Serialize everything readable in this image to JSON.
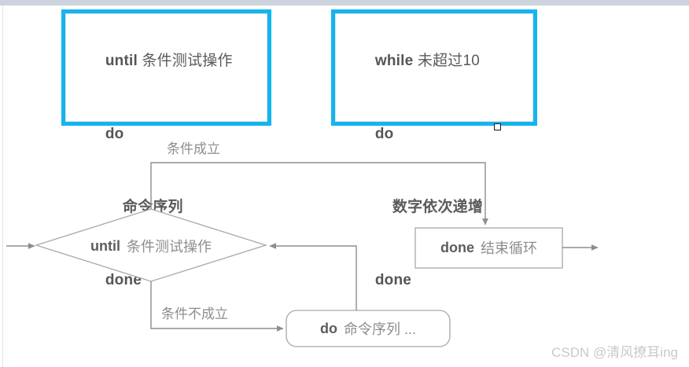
{
  "theme": {
    "card_border": "#13b5f0",
    "stroke": "#9b9b9b",
    "text_muted": "#8d8d8d",
    "text_keyword": "#5a5a5a",
    "top_band": "#ccd3dd"
  },
  "cards": [
    {
      "name": "until-syntax-card",
      "lines": [
        {
          "keyword": "until",
          "text": " 条件测试操作",
          "indent": false
        },
        {
          "keyword": "do",
          "text": "",
          "indent": false
        },
        {
          "keyword": "",
          "text": "命令序列",
          "indent": true
        },
        {
          "keyword": "done",
          "text": "",
          "indent": false
        }
      ]
    },
    {
      "name": "while-example-card",
      "lines": [
        {
          "keyword": "while",
          "text": " 未超过10",
          "indent": false
        },
        {
          "keyword": "do",
          "text": "",
          "indent": false
        },
        {
          "keyword": "",
          "text": "数字依次递增",
          "indent": true
        },
        {
          "keyword": "done",
          "text": "",
          "indent": false
        }
      ]
    }
  ],
  "flow": {
    "decision": {
      "keyword": "until",
      "text": "条件测试操作"
    },
    "done_node": {
      "keyword": "done",
      "text": "结束循环"
    },
    "do_node": {
      "keyword": "do",
      "text": "命令序列 ..."
    },
    "edges": [
      {
        "name": "condition-true",
        "label": "条件成立"
      },
      {
        "name": "condition-false",
        "label": "条件不成立"
      }
    ]
  },
  "watermark": "CSDN @清风撩耳ing"
}
